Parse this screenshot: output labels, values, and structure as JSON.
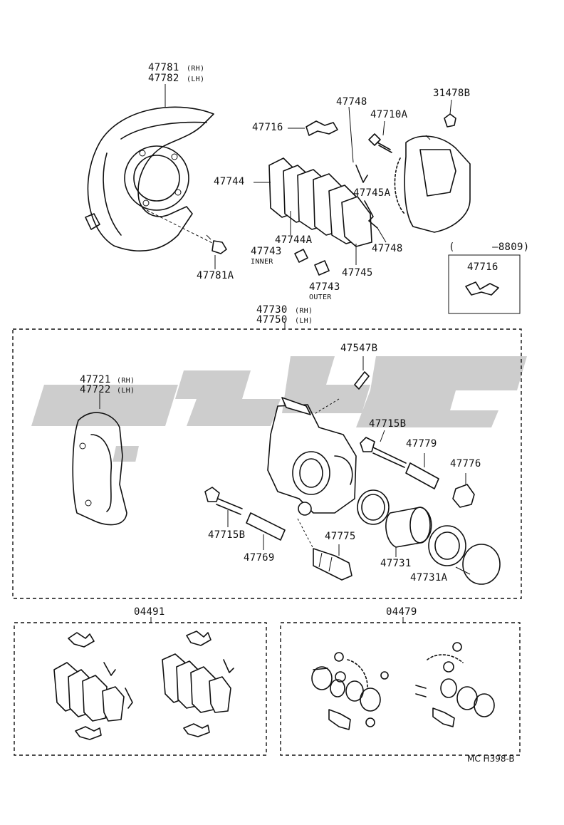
{
  "labels": {
    "p47781": "47781",
    "p47781_side": "(RH)",
    "p47782": "47782",
    "p47782_side": "(LH)",
    "p47781A": "47781A",
    "p47716": "47716",
    "p47748_top": "47748",
    "p47710A": "47710A",
    "p31478B": "31478B",
    "p47744": "47744",
    "p47745A": "47745A",
    "p47744A": "47744A",
    "p47748_bottom": "47748",
    "p47743_inner": "47743",
    "inner": "INNER",
    "p47745": "47745",
    "p47743_outer": "47743",
    "outer": "OUTER",
    "range_note": "(      –8809)",
    "p47716_box": "47716",
    "p47730": "47730",
    "p47730_side": "(RH)",
    "p47750": "47750",
    "p47750_side": "(LH)",
    "p47547B": "47547B",
    "p47721": "47721",
    "p47721_side": "(RH)",
    "p47722": "47722",
    "p47722_side": "(LH)",
    "p47715B_right": "47715B",
    "p47779": "47779",
    "p47776": "47776",
    "p47715B_left": "47715B",
    "p47769": "47769",
    "p47775": "47775",
    "p47731": "47731",
    "p47731A": "47731A",
    "kit_04491": "04491",
    "kit_04479": "04479",
    "ref_code": "MC H398-B"
  },
  "icons": {
    "dust_cover": "brake-dust-cover-icon",
    "caliper": "brake-caliper-icon",
    "pads": "brake-pad-set-icon",
    "watermark": "watermark-logo"
  }
}
